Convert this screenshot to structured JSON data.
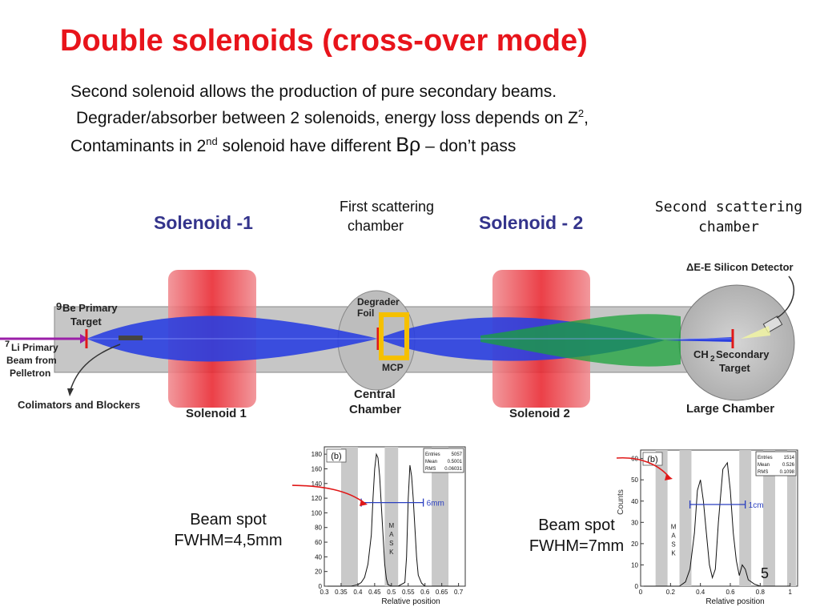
{
  "title": "Double solenoids (cross-over mode)",
  "lines": {
    "l1": "Second solenoid allows the production of pure secondary beams.",
    "l2a": "Degrader/absorber  between 2 solenoids, energy loss depends on Z",
    "l2sup": "2",
    "l2b": ",",
    "l3a": "Contaminants in 2",
    "l3sup": "nd",
    "l3b": " solenoid have different ",
    "l3brho": "Bρ",
    "l3c": " – don’t pass"
  },
  "labels": {
    "solenoid1": "Solenoid -1",
    "solenoid2": "Solenoid - 2",
    "first_chamber_1": "First scattering",
    "first_chamber_2": "chamber",
    "second_chamber_1": "Second scattering",
    "second_chamber_2": "chamber"
  },
  "diagram": {
    "be_sup": "9",
    "be_line1": "Be Primary",
    "be_line2": "Target",
    "li_sup": "7",
    "li_line1": "Li Primary",
    "li_line2": "Beam from",
    "li_line3": "Pelletron",
    "collimators": "Colimators and Blockers",
    "solenoid1_tag": "Solenoid 1",
    "solenoid2_tag": "Solenoid 2",
    "degrader1": "Degrader",
    "degrader2": "Foil",
    "mcp": "MCP",
    "central1": "Central",
    "central2": "Chamber",
    "detector": "ΔE-E Silicon Detector",
    "ch2_a": "CH",
    "ch2_sub": "2",
    "ch2_b": " Secondary",
    "ch2_target": "Target",
    "large_chamber": "Large Chamber"
  },
  "beam_spots": {
    "left_1": "Beam spot",
    "left_2": "FWHM=4,5mm",
    "right_1": "Beam spot",
    "right_2": "FWHM=7mm"
  },
  "chart_data": [
    {
      "type": "line",
      "panel_tag": "(b)",
      "xlabel": "Relative position",
      "ylabel": "",
      "x_ticks": [
        "0.3",
        "0.35",
        "0.4",
        "0.45",
        "0.5",
        "0.55",
        "0.6",
        "0.65",
        "0.7"
      ],
      "y_ticks": [
        "0",
        "20",
        "40",
        "60",
        "80",
        "100",
        "120",
        "140",
        "160",
        "180"
      ],
      "xlim": [
        0.3,
        0.72
      ],
      "ylim": [
        0,
        190
      ],
      "stats": {
        "Entries": "5057",
        "Mean": "0.5001",
        "RMS": "0.06031"
      },
      "mask_label": "M A S K",
      "width_label": "6mm",
      "x": [
        0.3,
        0.38,
        0.4,
        0.41,
        0.42,
        0.43,
        0.44,
        0.445,
        0.45,
        0.455,
        0.46,
        0.465,
        0.47,
        0.475,
        0.48,
        0.485,
        0.49,
        0.5,
        0.52,
        0.54,
        0.545,
        0.55,
        0.555,
        0.56,
        0.565,
        0.57,
        0.575,
        0.58,
        0.59,
        0.6,
        0.62,
        0.7
      ],
      "y": [
        0,
        0,
        2,
        5,
        12,
        30,
        70,
        120,
        160,
        180,
        175,
        150,
        110,
        70,
        30,
        10,
        2,
        0,
        0,
        5,
        40,
        120,
        165,
        150,
        120,
        80,
        40,
        15,
        4,
        0,
        0,
        0
      ]
    },
    {
      "type": "line",
      "panel_tag": "(b)",
      "xlabel": "Relative position",
      "ylabel": "Counts",
      "x_ticks": [
        "0",
        "0.2",
        "0.4",
        "0.6",
        "0.8",
        "1"
      ],
      "y_ticks": [
        "0",
        "10",
        "20",
        "30",
        "40",
        "50",
        "60"
      ],
      "xlim": [
        0,
        1.05
      ],
      "ylim": [
        0,
        64
      ],
      "stats": {
        "Entries": "1514",
        "Mean": "0.526",
        "RMS": "0.1098"
      },
      "mask_label": "M A S K",
      "width_label": "1cm",
      "x": [
        0,
        0.26,
        0.3,
        0.33,
        0.36,
        0.38,
        0.4,
        0.42,
        0.44,
        0.46,
        0.48,
        0.5,
        0.52,
        0.55,
        0.58,
        0.6,
        0.62,
        0.64,
        0.66,
        0.68,
        0.7,
        0.72,
        0.76,
        0.8,
        1.0
      ],
      "y": [
        0,
        0,
        2,
        8,
        25,
        45,
        50,
        40,
        25,
        10,
        4,
        8,
        30,
        55,
        58,
        45,
        25,
        12,
        5,
        10,
        8,
        3,
        1,
        0,
        0
      ]
    }
  ],
  "page_number": "5"
}
